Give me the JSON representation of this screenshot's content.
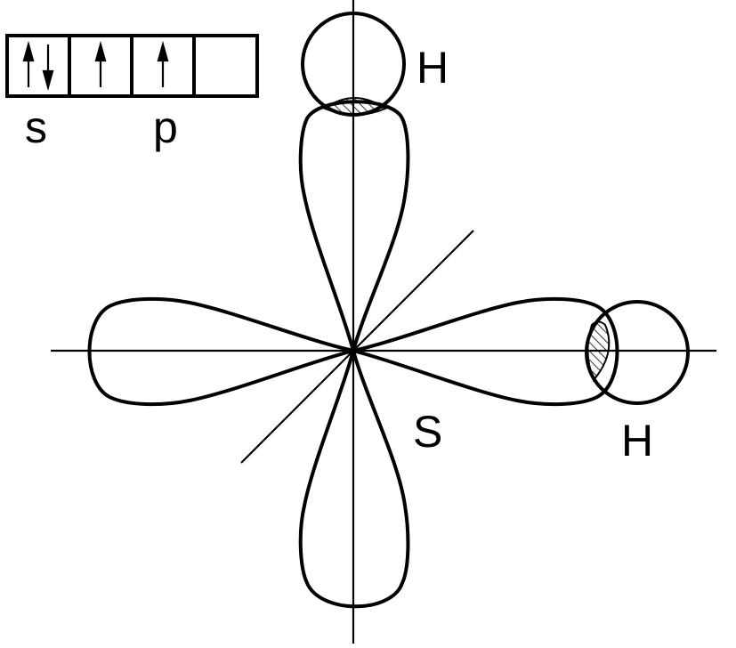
{
  "orbital_box": {
    "cells": [
      {
        "electrons": "paired"
      },
      {
        "electrons": "single-up"
      },
      {
        "electrons": "single-up"
      },
      {
        "electrons": "empty"
      }
    ],
    "s_label": "s",
    "p_label": "p"
  },
  "atoms": {
    "central": "S",
    "hydrogen_top": "H",
    "hydrogen_right": "H"
  },
  "colors": {
    "stroke": "#000000",
    "background": "#ffffff"
  },
  "icons": {
    "spin_up": "arrow-up-icon",
    "spin_down": "arrow-down-icon"
  }
}
